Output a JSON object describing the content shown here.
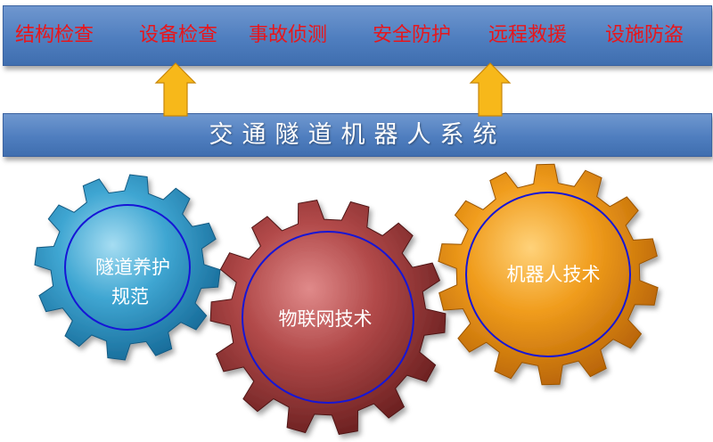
{
  "top_functions": [
    "结构检查",
    "设备检查",
    "事故侦测",
    "安全防护",
    "远程救援",
    "设施防盗"
  ],
  "system_title": "交通隧道机器人系统",
  "gears": {
    "left": {
      "lines": [
        "隧道养护",
        "规范"
      ],
      "color": "#2d95c4"
    },
    "middle": {
      "lines": [
        "物联网技术"
      ],
      "color": "#9b3a3a"
    },
    "right": {
      "lines": [
        "机器人技术"
      ],
      "color": "#e08a0c"
    }
  },
  "colors": {
    "bar": "#4f7ebf",
    "top_text": "#e8161b",
    "arrow": "#f7b81a",
    "inner_ring": "#1616d6"
  }
}
